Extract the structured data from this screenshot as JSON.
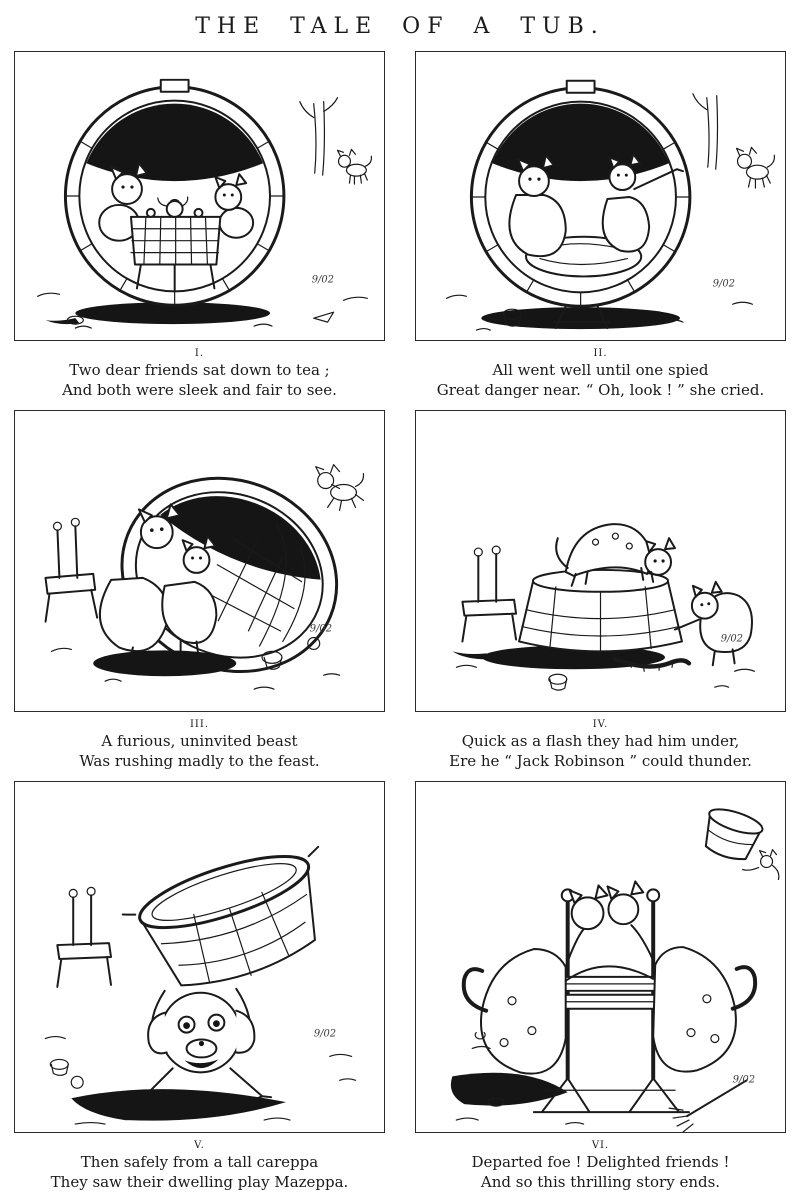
{
  "page": {
    "title": "THE TALE OF A TUB.",
    "artist_mark": "9/02",
    "ink_color": "#1a1a1a",
    "paper_color": "#ffffff"
  },
  "panels": [
    {
      "numeral": "I.",
      "caption_lines": [
        "Two dear friends sat down to tea ;",
        "And both were sleek and fair to see."
      ]
    },
    {
      "numeral": "II.",
      "caption_lines": [
        "All went well until one spied",
        "Great danger near.  “ Oh, look ! ” she cried."
      ]
    },
    {
      "numeral": "III.",
      "caption_lines": [
        "A furious, uninvited beast",
        "Was rushing madly to the feast."
      ]
    },
    {
      "numeral": "IV.",
      "caption_lines": [
        "Quick as a flash they had him under,",
        "Ere he “ Jack Robinson ” could thunder."
      ]
    },
    {
      "numeral": "V.",
      "caption_lines": [
        "Then safely from a tall careppa",
        "They saw their dwelling play Mazeppa."
      ]
    },
    {
      "numeral": "VI.",
      "caption_lines": [
        "Departed foe !  Delighted friends !",
        "And so this thrilling story ends."
      ]
    }
  ]
}
